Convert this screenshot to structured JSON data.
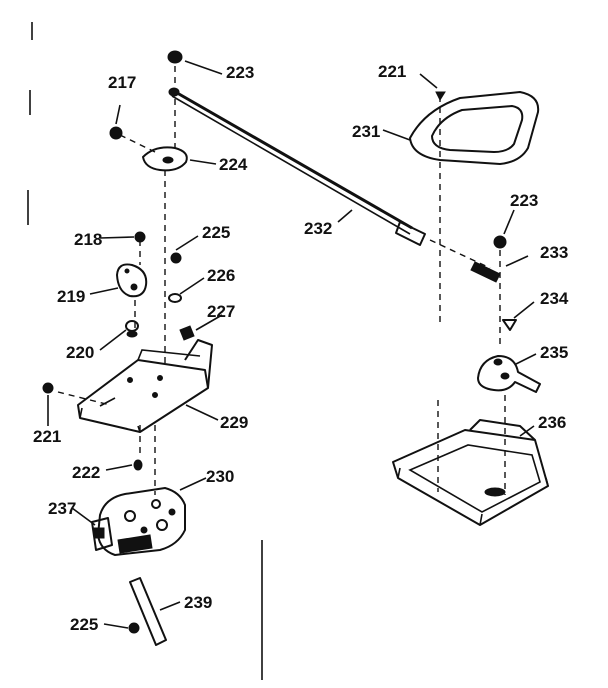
{
  "diagram": {
    "labels": {
      "p217": "217",
      "p223a": "223",
      "p224": "224",
      "p218": "218",
      "p225a": "225",
      "p226": "226",
      "p219": "219",
      "p227": "227",
      "p220": "220",
      "p221a": "221",
      "p229": "229",
      "p222": "222",
      "p230": "230",
      "p237": "237",
      "p239": "239",
      "p225b": "225",
      "p232": "232",
      "p221b": "221",
      "p231": "231",
      "p223b": "223",
      "p233": "233",
      "p234": "234",
      "p235": "235",
      "p236": "236"
    }
  }
}
